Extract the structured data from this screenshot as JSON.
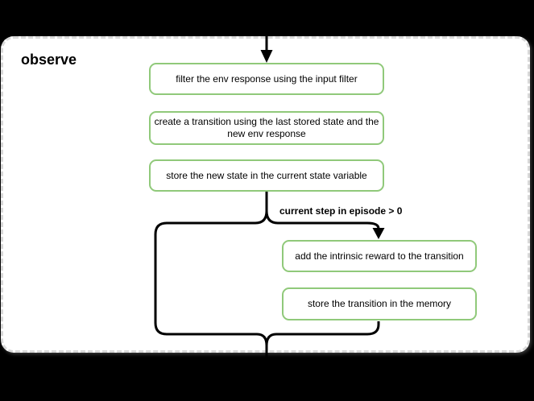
{
  "diagram": {
    "title": "observe",
    "condition_label": "current step in episode > 0",
    "nodes": [
      {
        "id": "filter-env-response",
        "label": "filter the env response using the input filter"
      },
      {
        "id": "create-transition",
        "label": "create a transition using the last stored state and the\nnew env response"
      },
      {
        "id": "store-new-state",
        "label": "store the new state in the current state variable"
      },
      {
        "id": "add-intrinsic-reward",
        "label": "add the intrinsic reward to the transition"
      },
      {
        "id": "store-transition",
        "label": "store the transition in the memory"
      }
    ],
    "colors": {
      "background": "#000000",
      "container_fill": "#ffffff",
      "container_border": "#d9d9d9",
      "node_fill": "#ffffff",
      "node_border": "#90c97a",
      "connector": "#000000",
      "text": "#000000"
    }
  }
}
